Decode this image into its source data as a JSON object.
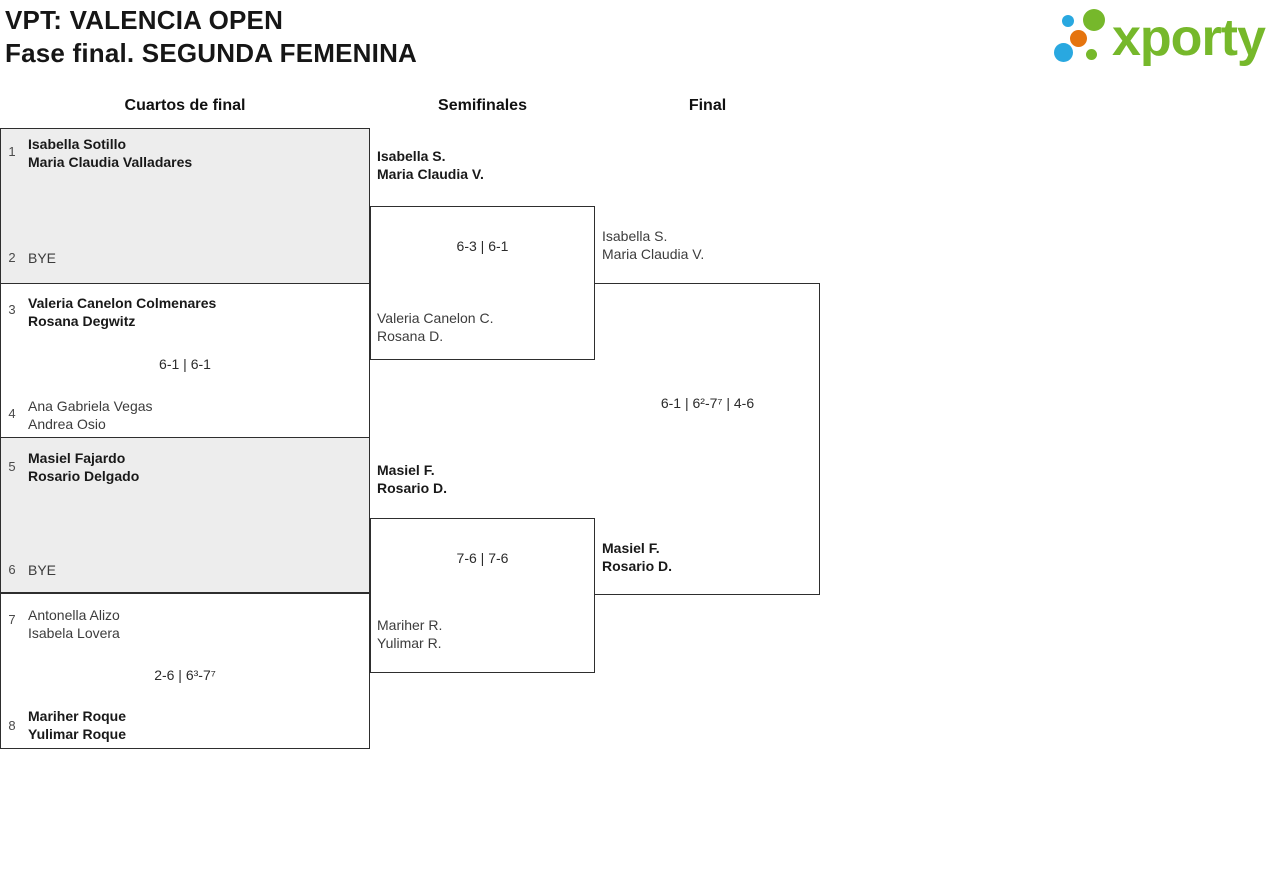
{
  "header": {
    "title": "VPT: VALENCIA OPEN",
    "subtitle": "Fase final. SEGUNDA FEMENINA"
  },
  "logo": {
    "wordmark": "xporty"
  },
  "colors": {
    "brand_green": "#76B82B",
    "brand_blue": "#29A8E0",
    "brand_orange": "#E5740E",
    "box_fill_gray": "#EDEDED",
    "box_border": "#2E2E2E"
  },
  "rounds": [
    "Cuartos de final",
    "Semifinales",
    "Final"
  ],
  "bracket": {
    "quarterfinals": [
      {
        "seed_top": "1",
        "team_top": {
          "line1": "Isabella Sotillo",
          "line2": "Maria Claudia Valladares"
        },
        "seed_bottom": "2",
        "team_bottom": {
          "line1": "BYE",
          "line2": ""
        },
        "score": "",
        "winner": "top"
      },
      {
        "seed_top": "3",
        "team_top": {
          "line1": "Valeria Canelon Colmenares",
          "line2": "Rosana Degwitz"
        },
        "seed_bottom": "4",
        "team_bottom": {
          "line1": "Ana Gabriela Vegas",
          "line2": "Andrea Osio"
        },
        "score": "6-1 | 6-1",
        "winner": "top"
      },
      {
        "seed_top": "5",
        "team_top": {
          "line1": "Masiel Fajardo",
          "line2": "Rosario Delgado"
        },
        "seed_bottom": "6",
        "team_bottom": {
          "line1": "BYE",
          "line2": ""
        },
        "score": "",
        "winner": "top"
      },
      {
        "seed_top": "7",
        "team_top": {
          "line1": "Antonella Alizo",
          "line2": "Isabela Lovera"
        },
        "seed_bottom": "8",
        "team_bottom": {
          "line1": "Mariher Roque",
          "line2": "Yulimar Roque"
        },
        "score": "2-6 | 6³-7⁷",
        "winner": "bottom"
      }
    ],
    "semifinals": [
      {
        "team_top": {
          "line1": "Isabella S.",
          "line2": "Maria Claudia V."
        },
        "team_bottom": {
          "line1": "Valeria Canelon C.",
          "line2": "Rosana D."
        },
        "score": "6-3 | 6-1",
        "winner": "top"
      },
      {
        "team_top": {
          "line1": "Masiel F.",
          "line2": "Rosario D."
        },
        "team_bottom": {
          "line1": "Mariher R.",
          "line2": "Yulimar R."
        },
        "score": "7-6 | 7-6",
        "winner": "top"
      }
    ],
    "final": {
      "team_top": {
        "line1": "Isabella S.",
        "line2": "Maria Claudia V."
      },
      "team_bottom": {
        "line1": "Masiel F.",
        "line2": "Rosario D."
      },
      "score": "6-1 | 6²-7⁷ | 4-6",
      "winner": "bottom"
    }
  }
}
